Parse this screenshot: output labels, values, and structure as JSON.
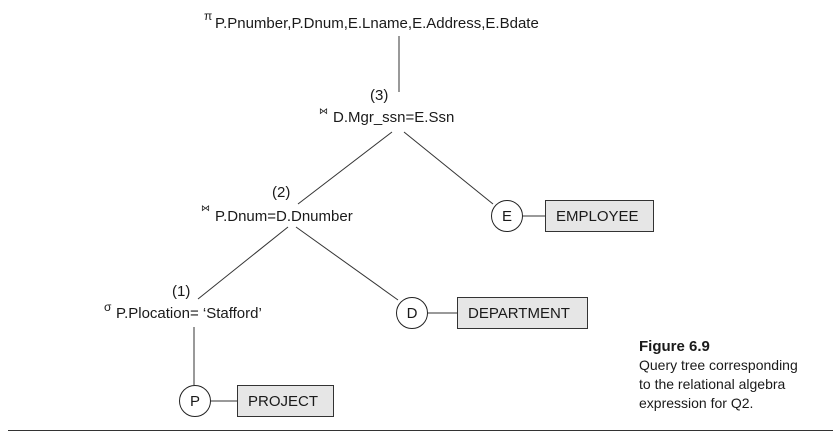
{
  "figure": {
    "caption_title": "Figure 6.9",
    "caption_lines": [
      "Query tree corresponding",
      "to the relational algebra",
      "expression for Q2."
    ]
  },
  "tree": {
    "projection": {
      "symbol": "π",
      "condition": "P.Pnumber,P.Dnum,E.Lname,E.Address,E.Bdate"
    },
    "join_3": {
      "step": "(3)",
      "symbol": "⋈",
      "condition": "D.Mgr_ssn=E.Ssn"
    },
    "join_2": {
      "step": "(2)",
      "symbol": "⋈",
      "condition": "P.Dnum=D.Dnumber"
    },
    "selection_1": {
      "step": "(1)",
      "symbol": "σ",
      "condition": "P.Plocation= ‘Stafford’"
    },
    "leaf_employee": {
      "alias": "E",
      "relation": "EMPLOYEE"
    },
    "leaf_department": {
      "alias": "D",
      "relation": "DEPARTMENT"
    },
    "leaf_project": {
      "alias": "P",
      "relation": "PROJECT"
    }
  }
}
